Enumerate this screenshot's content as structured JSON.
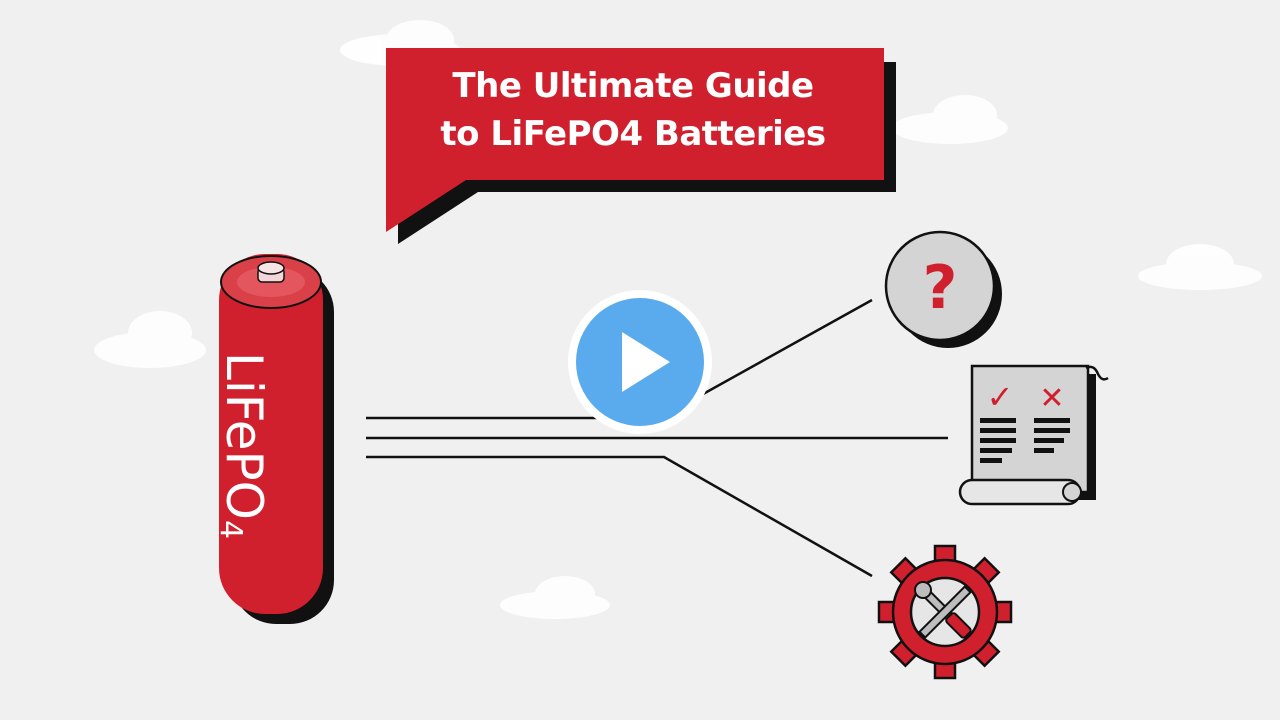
{
  "video": {
    "title_line1": "The Ultimate Guide",
    "title_line2": "to LiFePO4 Batteries",
    "battery_label_main": "LiFePO",
    "battery_label_sub": "4",
    "play_button_icon": "play-icon"
  },
  "icons": {
    "question": "question-mark-icon",
    "document": "checklist-scroll-icon",
    "gear": "gear-tools-icon",
    "check_mark": "✓",
    "cross_mark": "✕",
    "question_mark": "?"
  },
  "colors": {
    "background": "#f0f0f0",
    "brand_red": "#d0202e",
    "shadow": "#111111",
    "play_blue": "#5aaaee",
    "icon_grey": "#d4d4d4"
  }
}
